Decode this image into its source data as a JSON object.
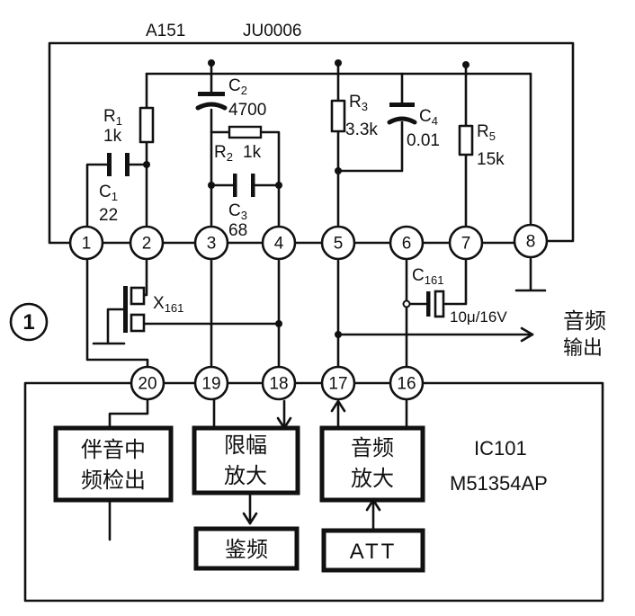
{
  "header": {
    "model": "A151",
    "code": "JU0006"
  },
  "figure_number": "1",
  "ic": {
    "name": "IC101",
    "part": "M51354AP"
  },
  "top_pins": [
    "1",
    "2",
    "3",
    "4",
    "5",
    "6",
    "7",
    "8"
  ],
  "bottom_pins": [
    "20",
    "19",
    "18",
    "17",
    "16"
  ],
  "components": {
    "r1": {
      "name": "R",
      "sub": "1",
      "value": "1k"
    },
    "c1": {
      "name": "C",
      "sub": "1",
      "value": "22"
    },
    "c2": {
      "name": "C",
      "sub": "2",
      "value": "4700"
    },
    "r2": {
      "name": "R",
      "sub": "2",
      "value": "1k"
    },
    "c3": {
      "name": "C",
      "sub": "3",
      "value": "68"
    },
    "r3": {
      "name": "R",
      "sub": "3",
      "value": "3.3k"
    },
    "c4": {
      "name": "C",
      "sub": "4",
      "value": "0.01"
    },
    "r5": {
      "name": "R",
      "sub": "5",
      "value": "15k"
    },
    "x161": {
      "name": "X",
      "sub": "161"
    },
    "c161": {
      "name": "C",
      "sub": "161",
      "value": "10μ/16V"
    }
  },
  "output_label": {
    "line1": "音频",
    "line2": "输出"
  },
  "blocks": {
    "sound_if": {
      "line1": "伴音中",
      "line2": "频检出"
    },
    "limiter": {
      "line1": "限幅",
      "line2": "放大"
    },
    "audio_amp": {
      "line1": "音频",
      "line2": "放大"
    },
    "discriminator": "鉴频",
    "att": "ATT"
  }
}
